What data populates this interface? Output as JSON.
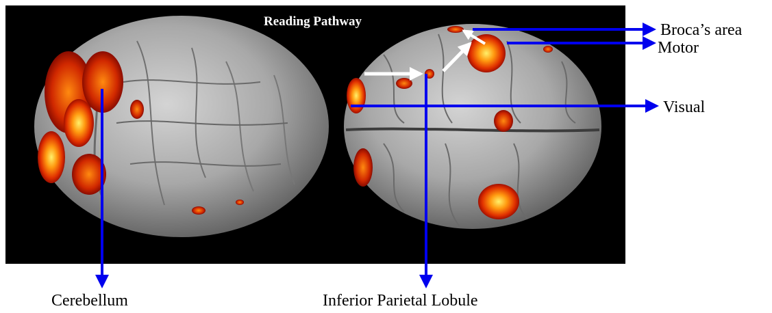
{
  "title": "Reading Pathway",
  "labels": {
    "brocas_area": "Broca’s area",
    "motor": "Motor",
    "visual": "Visual",
    "cerebellum": "Cerebellum",
    "inferior_parietal_lobule": "Inferior Parietal Lobule"
  },
  "colors": {
    "background": "#000000",
    "pointer_arrow": "#0000ee",
    "pathway_arrow": "#ffffff",
    "activation_hot": "#ffe040",
    "activation_warm": "#ff8a10",
    "activation_cool": "#c41800"
  },
  "views": [
    "inferior brain view",
    "superior brain view"
  ]
}
